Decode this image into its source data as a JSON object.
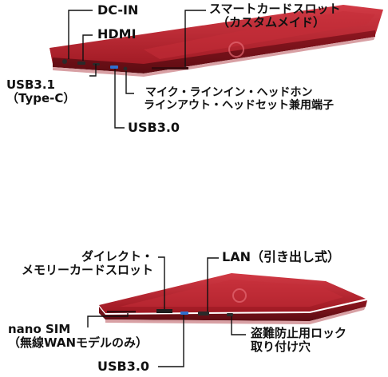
{
  "colors": {
    "laptop_body": "#b8202c",
    "laptop_dark": "#7a1219",
    "laptop_edge": "#d9545d",
    "port_dark": "#2a2a2a",
    "port_blue": "#2f6fd0",
    "leader_line": "#111111"
  },
  "top_view": {
    "labels": {
      "dc_in": "DC-IN",
      "hdmi": "HDMI",
      "usb31_line1": "USB3.1",
      "usb31_line2": "（Type-C）",
      "usb30": "USB3.0",
      "smartcard_line1": "スマートカードスロット",
      "smartcard_line2": "（カスタムメイド）",
      "audio_line1": "マイク・ラインイン・ヘッドホン",
      "audio_line2": "ラインアウト・ヘッドセット兼用端子"
    }
  },
  "bottom_view": {
    "labels": {
      "direct_line1": "ダイレクト・",
      "direct_line2": "メモリーカードスロット",
      "lan": "LAN（引き出し式）",
      "nanosim_line1": "nano SIM",
      "nanosim_line2": "（無線WANモデルのみ）",
      "usb30": "USB3.0",
      "lock_line1": "盗難防止用ロック",
      "lock_line2": "取り付け穴"
    }
  }
}
